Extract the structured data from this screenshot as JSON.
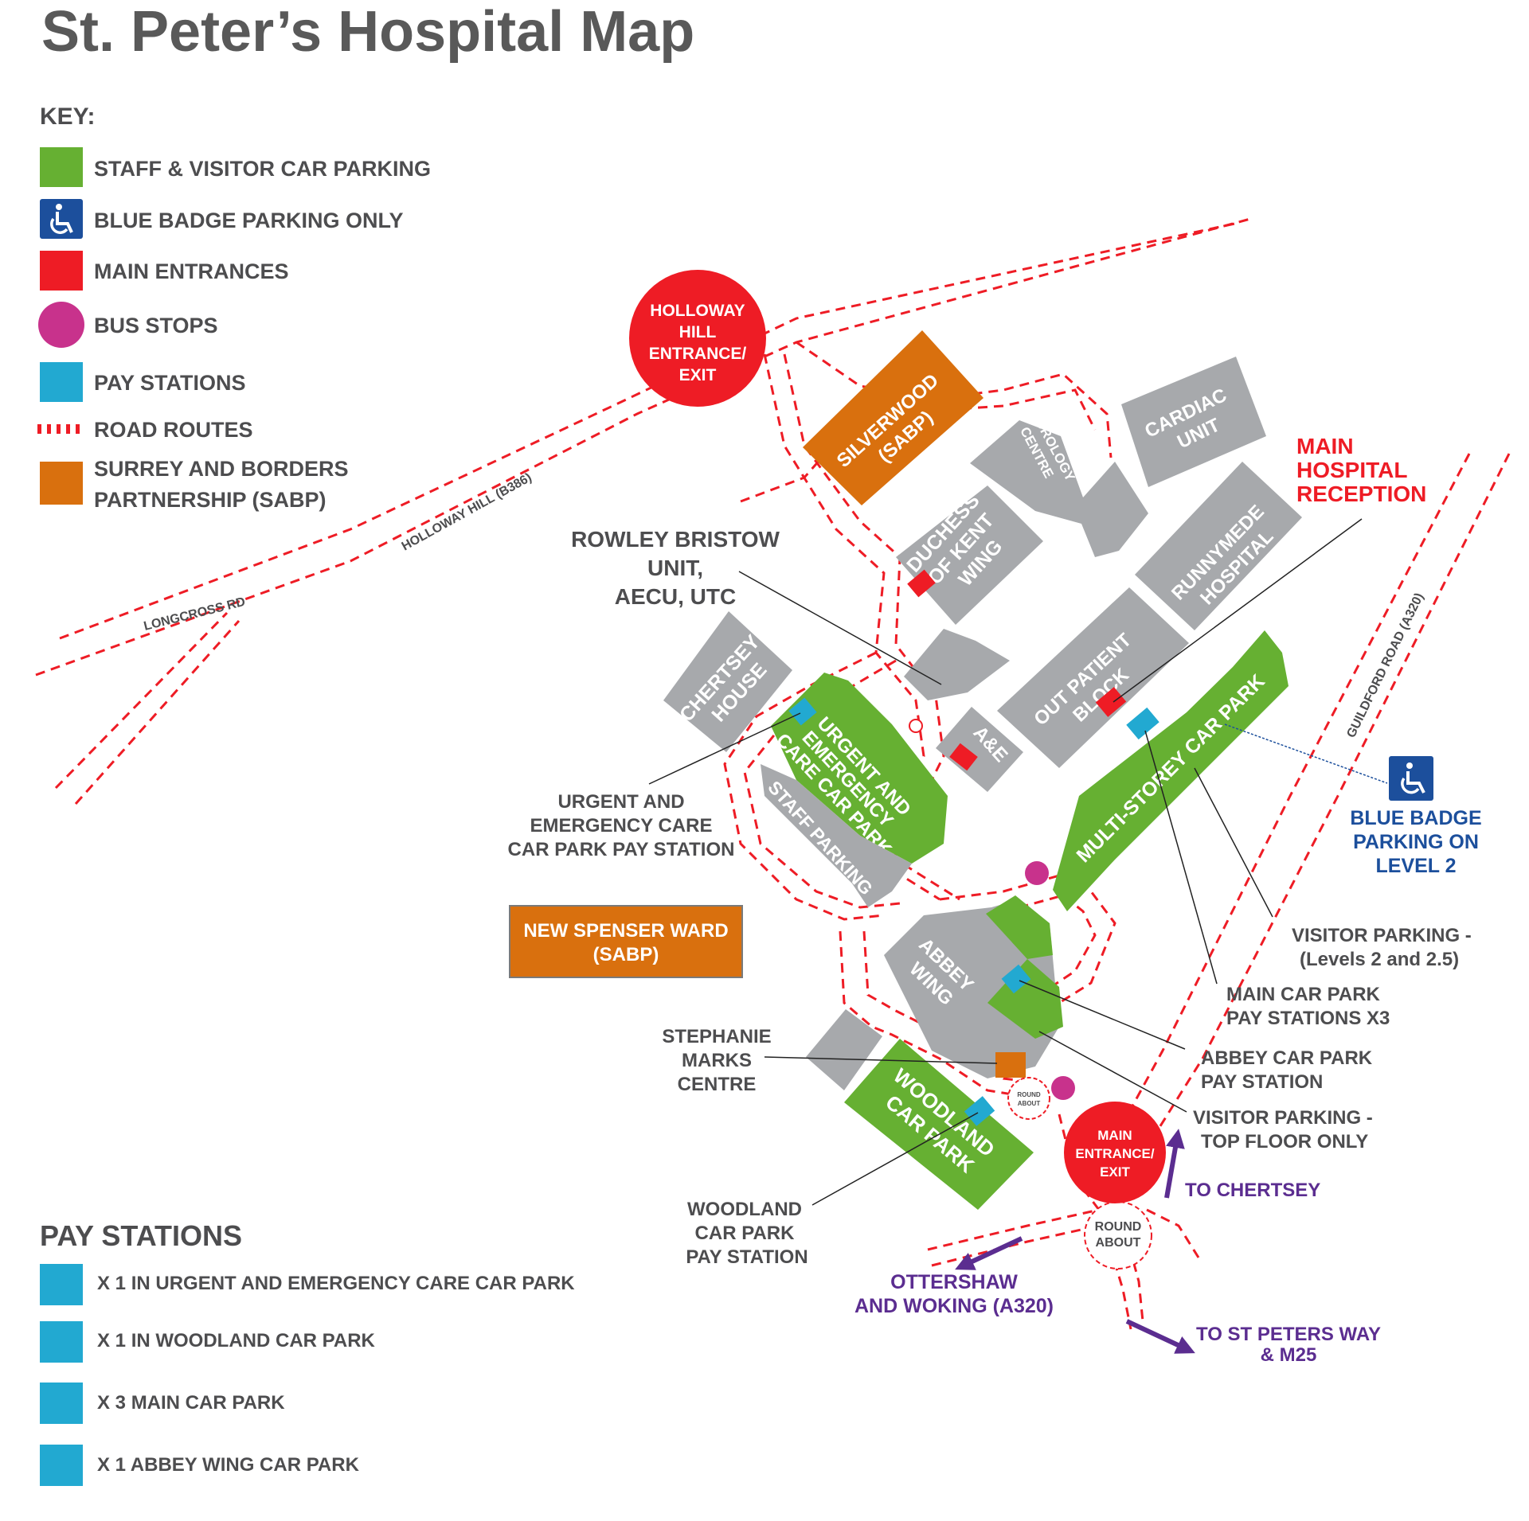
{
  "title": "St. Peter’s Hospital Map",
  "key": {
    "heading": "KEY:",
    "items": [
      {
        "label": "STAFF & VISITOR CAR PARKING",
        "color": "#66b032",
        "icon": "green-square-icon"
      },
      {
        "label": "BLUE BADGE PARKING ONLY",
        "color": "#1c4f9c",
        "icon": "wheelchair-icon"
      },
      {
        "label": "MAIN ENTRANCES",
        "color": "#ee1c25",
        "icon": "red-square-icon"
      },
      {
        "label": "BUS STOPS",
        "color": "#c8328c",
        "icon": "bus-stop-circle-icon"
      },
      {
        "label": "PAY STATIONS",
        "color": "#22a9d1",
        "icon": "pay-station-square-icon"
      },
      {
        "label": "ROAD ROUTES",
        "color": "#ee1c25",
        "icon": "road-route-dash-icon"
      },
      {
        "label_lines": [
          "SURREY AND BORDERS",
          "PARTNERSHIP (SABP)"
        ],
        "color": "#d9700e",
        "icon": "orange-square-icon"
      }
    ]
  },
  "pay_stations": {
    "heading": "PAY STATIONS",
    "items": [
      "X 1 IN URGENT AND EMERGENCY CARE CAR PARK",
      "X 1 IN WOODLAND CAR PARK",
      "X 3 MAIN CAR PARK",
      "X 1 ABBEY WING CAR PARK"
    ]
  },
  "roads": {
    "holloway_hill": "HOLLOWAY HILL (B386)",
    "longcross": "LONGCROSS RD",
    "guildford": "GUILDFORD ROAD (A320)"
  },
  "entrances": {
    "holloway": [
      "HOLLOWAY",
      "HILL",
      "ENTRANCE/",
      "EXIT"
    ],
    "main": [
      "MAIN",
      "ENTRANCE/",
      "EXIT"
    ]
  },
  "roundabouts": {
    "large": [
      "ROUND",
      "ABOUT"
    ],
    "small": [
      "ROUND",
      "ABOUT"
    ]
  },
  "buildings": {
    "silverwood": [
      "SILVERWOOD",
      "(SABP)"
    ],
    "urology": [
      "UROLOGY",
      "CENTRE"
    ],
    "cardiac": [
      "CARDIAC",
      "UNIT"
    ],
    "duchess": [
      "DUCHESS",
      "OF KENT",
      "WING"
    ],
    "runnymede": [
      "RUNNYMEDE",
      "HOSPITAL"
    ],
    "chertsey": [
      "CHERTSEY",
      "HOUSE"
    ],
    "outpatient": [
      "OUT PATIENT",
      "BLOCK"
    ],
    "ae": "A&E",
    "abbey": [
      "ABBEY",
      "WING"
    ],
    "new_spenser": [
      "NEW SPENSER WARD",
      "(SABP)"
    ]
  },
  "car_parks": {
    "urgent": [
      "URGENT AND",
      "EMERGENCY",
      "CARE CAR PARK"
    ],
    "staff": "STAFF PARKING",
    "multistorey": "MULTI-STOREY CAR PARK",
    "woodland": [
      "WOODLAND",
      "CAR PARK"
    ]
  },
  "callouts": {
    "rowley": [
      "ROWLEY BRISTOW",
      "UNIT,",
      "AECU, UTC"
    ],
    "main_reception": [
      "MAIN",
      "HOSPITAL",
      "RECEPTION"
    ],
    "urgent_pay": [
      "URGENT AND",
      "EMERGENCY CARE",
      "CAR PARK PAY STATION"
    ],
    "blue_badge": [
      "BLUE BADGE",
      "PARKING ON",
      "LEVEL 2"
    ],
    "visitor_levels": [
      "VISITOR PARKING -",
      "(Levels 2 and 2.5)"
    ],
    "main_pay": [
      "MAIN CAR PARK",
      "PAY STATIONS X3"
    ],
    "abbey_pay": [
      "ABBEY CAR PARK",
      "PAY STATION"
    ],
    "visitor_top": [
      "VISITOR PARKING -",
      "TOP FLOOR ONLY"
    ],
    "stephanie": [
      "STEPHANIE",
      "MARKS",
      "CENTRE"
    ],
    "woodland_pay": [
      "WOODLAND",
      "CAR PARK",
      "PAY STATION"
    ]
  },
  "directions": {
    "chertsey": "TO CHERTSEY",
    "ottershaw": [
      "OTTERSHAW",
      "AND WOKING (A320)"
    ],
    "m25": [
      "TO ST PETERS WAY",
      "& M25"
    ]
  },
  "colors": {
    "title": "#595959",
    "text": "#4d4d4f",
    "green": "#66b032",
    "grey": "#a7a9ac",
    "red": "#ee1c25",
    "orange": "#d9700e",
    "blue": "#22a9d1",
    "navy": "#1c4f9c",
    "purple": "#5b2d90",
    "magenta": "#c8328c"
  }
}
